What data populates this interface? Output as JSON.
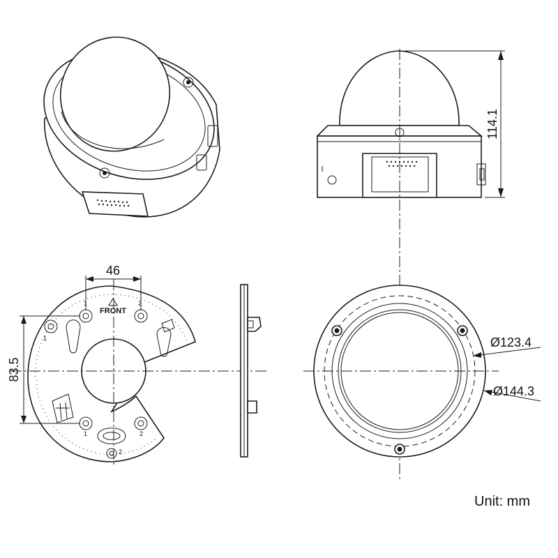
{
  "dimensions": {
    "height": "114.1",
    "hole_spacing_width": "46",
    "hole_spacing_height": "83.5",
    "inner_diameter": "Ø123.4",
    "outer_diameter": "Ø144.3"
  },
  "base_plate": {
    "front_label": "FRONT",
    "hole_marks": [
      "1",
      "2",
      "1",
      "2",
      "1",
      "2"
    ]
  },
  "units": "Unit: mm"
}
